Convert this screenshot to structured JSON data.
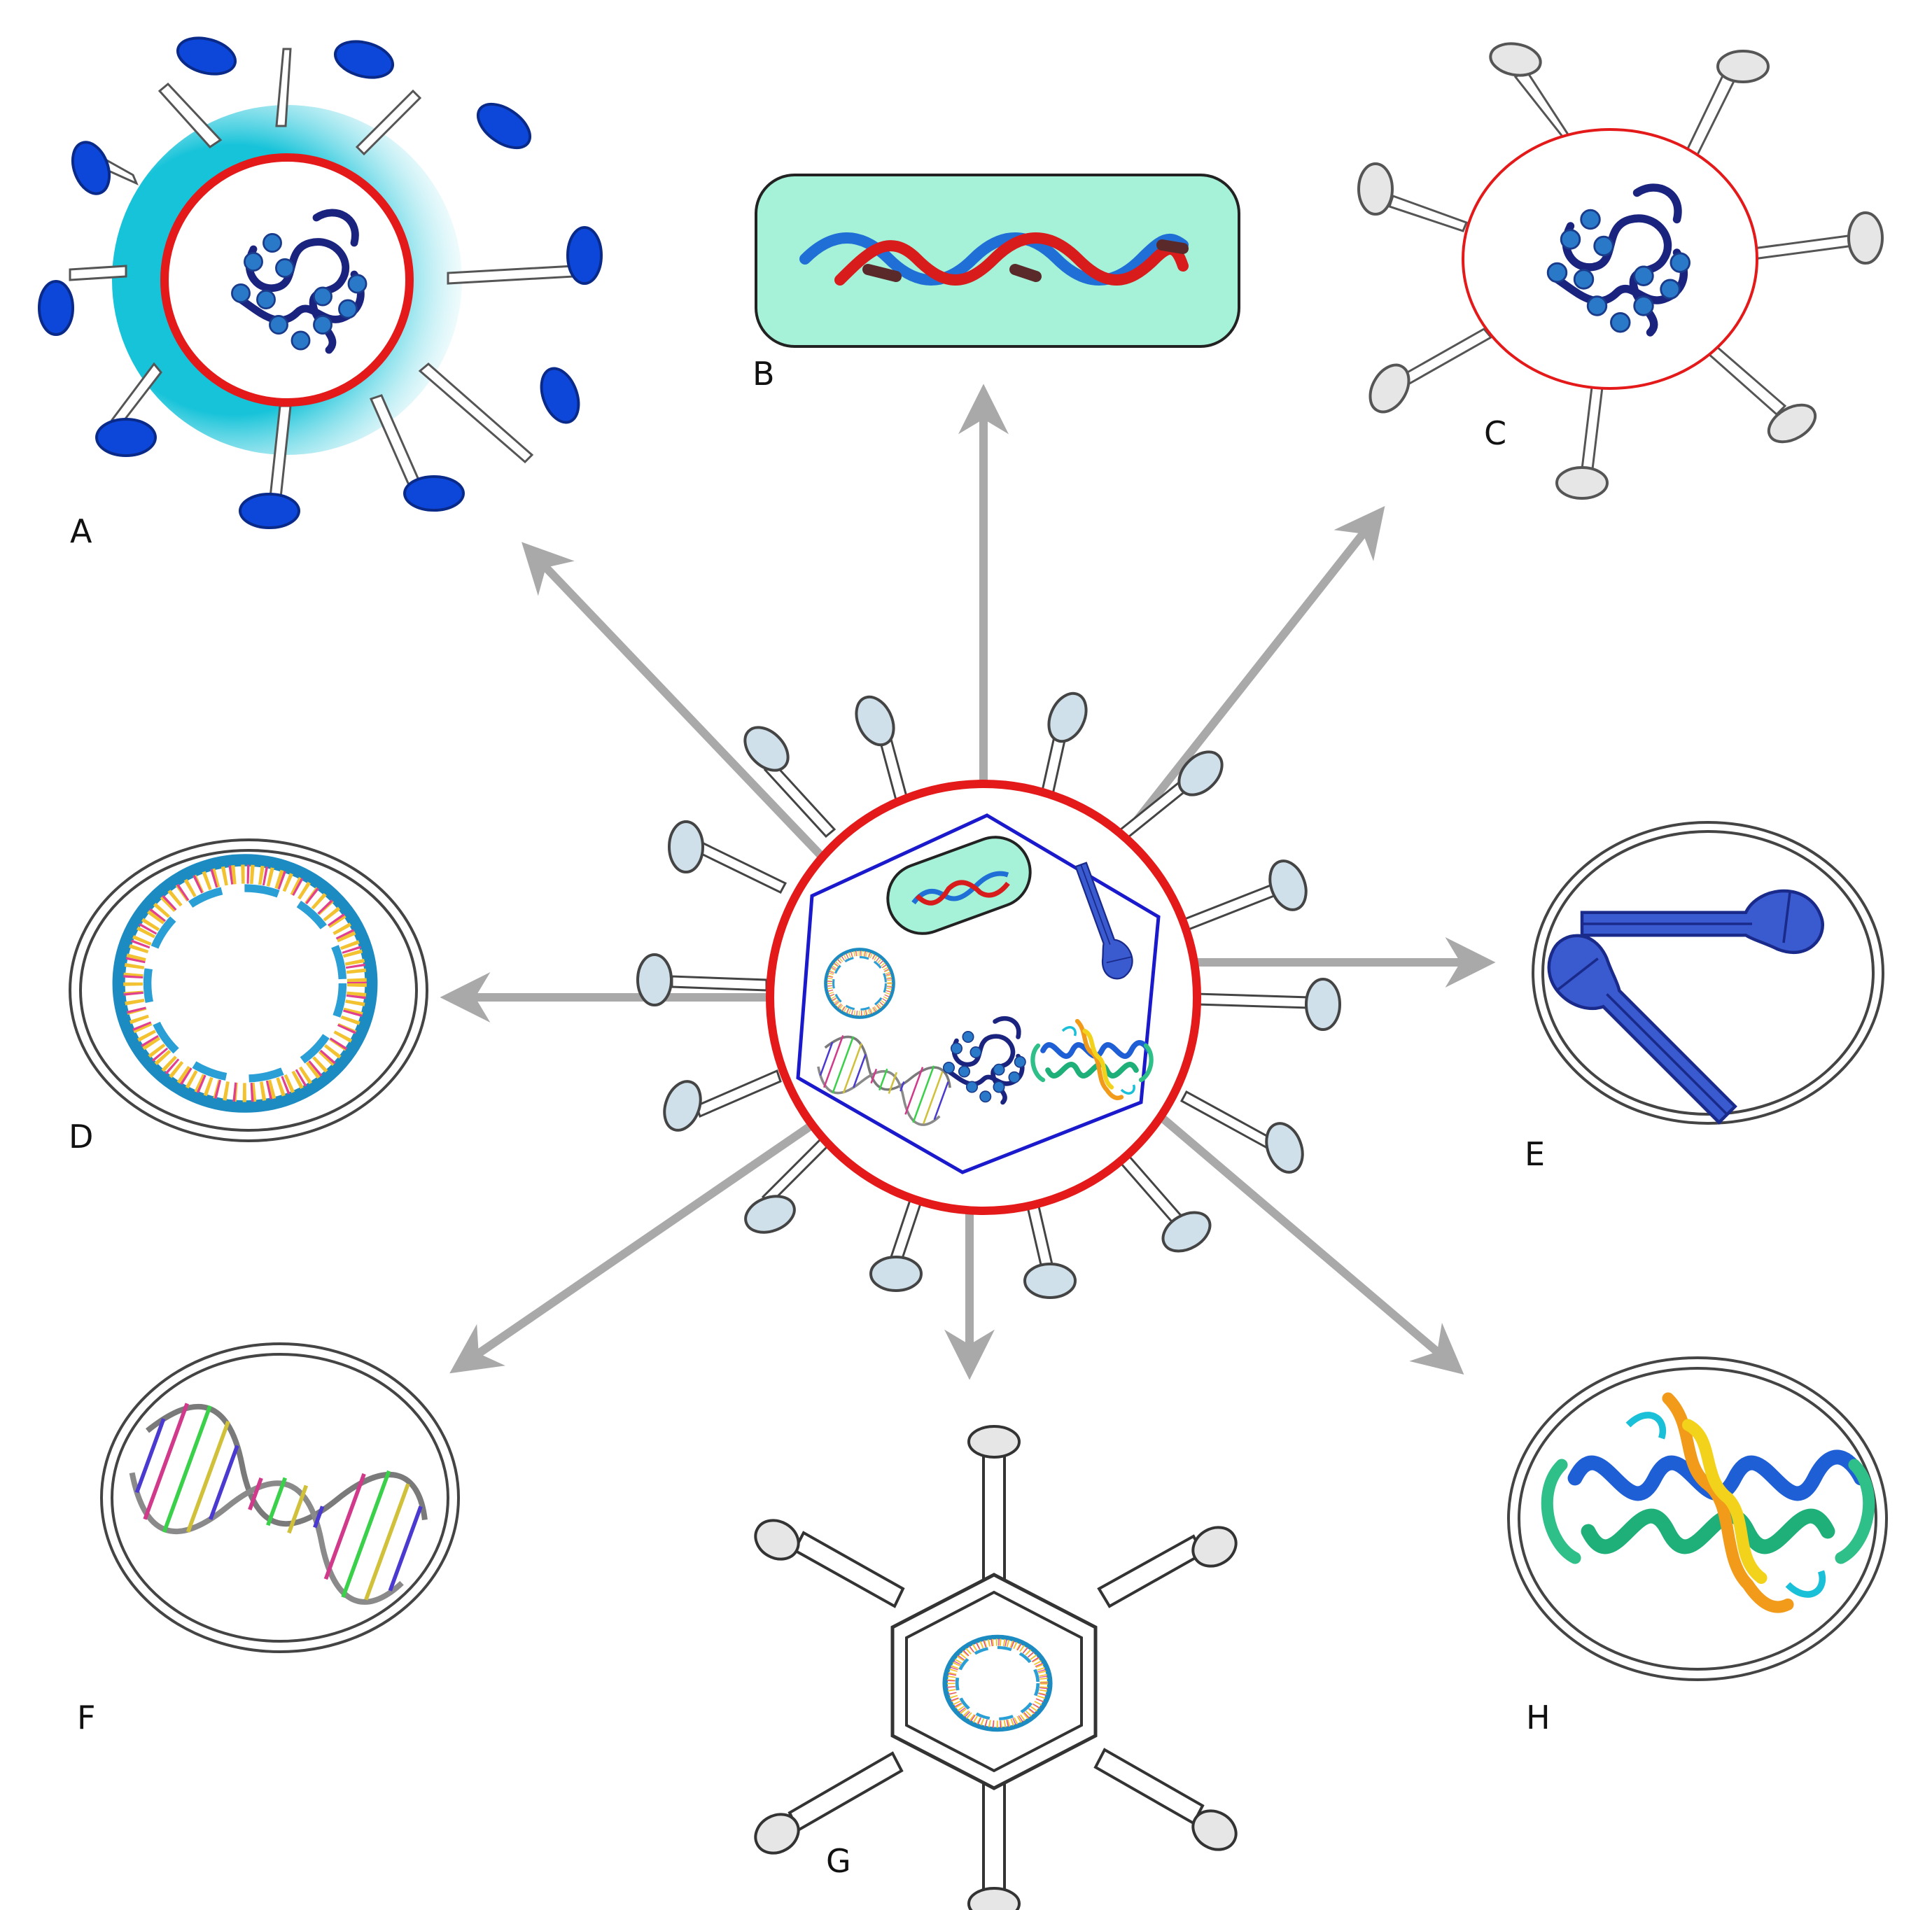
{
  "diagram": {
    "labels": {
      "a": "A",
      "b": "B",
      "c": "C",
      "d": "D",
      "e": "E",
      "f": "F",
      "g": "G",
      "h": "H"
    },
    "colors": {
      "arrow": "#a9a9a9",
      "envelope_red": "#e41a1a",
      "capsid_blue": "#1a1acc",
      "spike_blue": "#0d47d9",
      "spike_pale": "#cfe0ea",
      "spike_grey": "#e6e6e6",
      "halo_cyan": "#17c3d9",
      "box_mint": "#a6f2d8",
      "protein_navy": "#1a237e",
      "protein_node": "#2a78c8"
    },
    "icons": {
      "a": "enveloped-virus-with-glycoproteins",
      "b": "rna-strand-in-capsule",
      "c": "virus-like-particle",
      "d": "circular-dna",
      "e": "antibody-fragments",
      "f": "double-stranded-dna",
      "g": "hexagonal-capsid-with-fibers",
      "h": "protein-ribbon-structure"
    }
  }
}
